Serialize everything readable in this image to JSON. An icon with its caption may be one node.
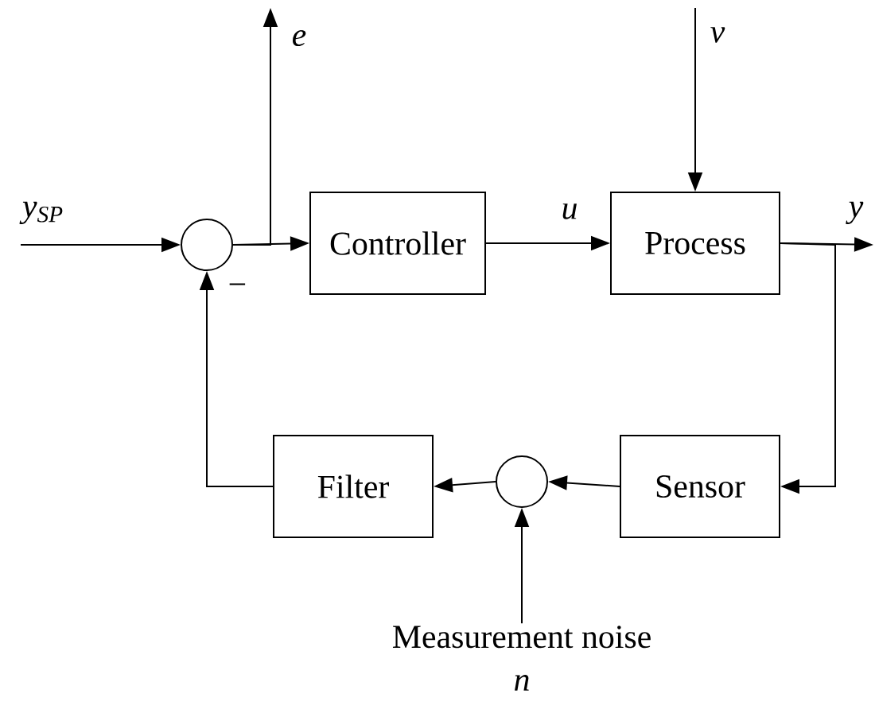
{
  "diagram": {
    "nodes": [
      {
        "text": [],
        "shape": "circle"
      },
      {
        "text": [
          "Controller"
        ]
      },
      {
        "text": [
          "Process"
        ]
      },
      {
        "text": [
          "Filter"
        ]
      },
      {
        "text": [],
        "shape": "circle"
      },
      {
        "text": [
          "Sensor"
        ]
      },
      {
        "text": [
          "Measurement noise",
          "n"
        ]
      }
    ],
    "edges": [
      {
        "from": null,
        "to": 0,
        "arrow": "to",
        "label": "y$_{SP}$"
      },
      {
        "from": 0,
        "to": null,
        "arrow": "to",
        "label": "e"
      },
      {
        "from": 0,
        "to": 1,
        "arrow": "to"
      },
      {
        "from": 1,
        "to": 2,
        "arrow": "to",
        "label": "u"
      },
      {
        "from": null,
        "to": 2,
        "arrow": "to",
        "label": "v"
      },
      {
        "from": 2,
        "to": null,
        "arrow": "to",
        "label": "y"
      },
      {
        "from": 2,
        "to": 5,
        "arrow": "to"
      },
      {
        "from": 5,
        "to": 4,
        "arrow": "to"
      },
      {
        "from": 6,
        "to": 4,
        "arrow": "to"
      },
      {
        "from": 4,
        "to": 3,
        "arrow": "to"
      },
      {
        "from": 3,
        "to": 0,
        "arrow": "to",
        "label": "−"
      }
    ]
  }
}
